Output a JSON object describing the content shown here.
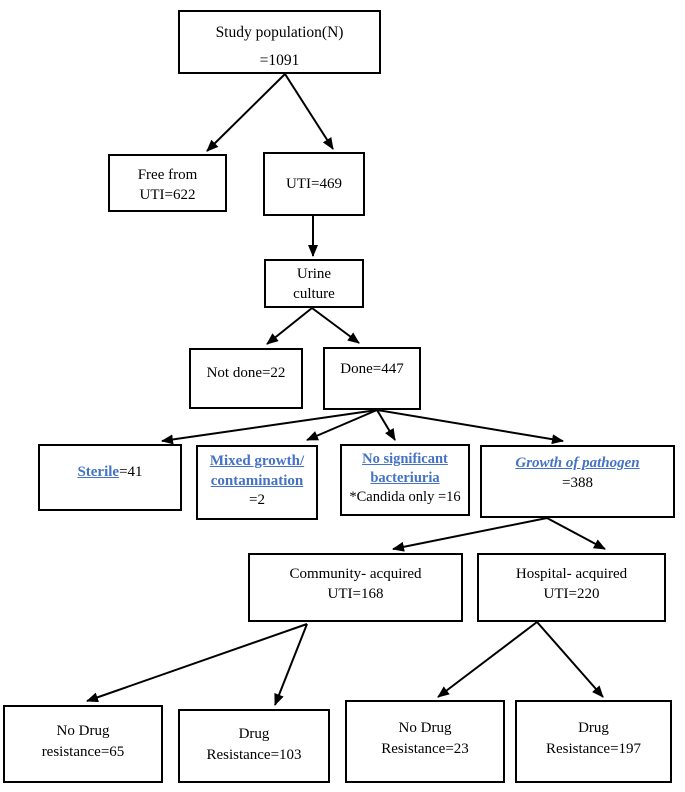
{
  "colors": {
    "highlight_blue": "#4472C4",
    "box_border": "#000000",
    "background": "#FFFFFF"
  },
  "nodes": {
    "study_population": {
      "line1": "Study population(N)",
      "line2": "=1091"
    },
    "free_from_uti": {
      "line1": "Free from",
      "line2": "UTI=622"
    },
    "uti": {
      "label": "UTI=469"
    },
    "urine_culture": {
      "line1": "Urine",
      "line2": "culture"
    },
    "not_done": {
      "label": "Not done=22"
    },
    "done": {
      "label": "Done=447"
    },
    "sterile": {
      "highlight": "Sterile",
      "value": "=41"
    },
    "mixed_growth": {
      "highlight_line1": "Mixed growth/",
      "highlight_line2": "contamination",
      "value": "=2"
    },
    "no_significant_bacteriuria": {
      "highlight_line1": "No significant",
      "highlight_line2": "bacteriuria",
      "note": "*Candida only =16"
    },
    "growth_of_pathogen": {
      "highlight": "Growth of pathogen",
      "value": "=388"
    },
    "community_acquired": {
      "line1": "Community- acquired",
      "line2": "UTI=168"
    },
    "hospital_acquired": {
      "line1": "Hospital- acquired",
      "line2": "UTI=220"
    },
    "community_no_drug_resistance": {
      "line1": "No Drug",
      "line2": "resistance=65"
    },
    "community_drug_resistance": {
      "line1": "Drug",
      "line2": "Resistance=103"
    },
    "hospital_no_drug_resistance": {
      "line1": "No Drug",
      "line2": "Resistance=23"
    },
    "hospital_drug_resistance": {
      "line1": "Drug",
      "line2": "Resistance=197"
    }
  }
}
